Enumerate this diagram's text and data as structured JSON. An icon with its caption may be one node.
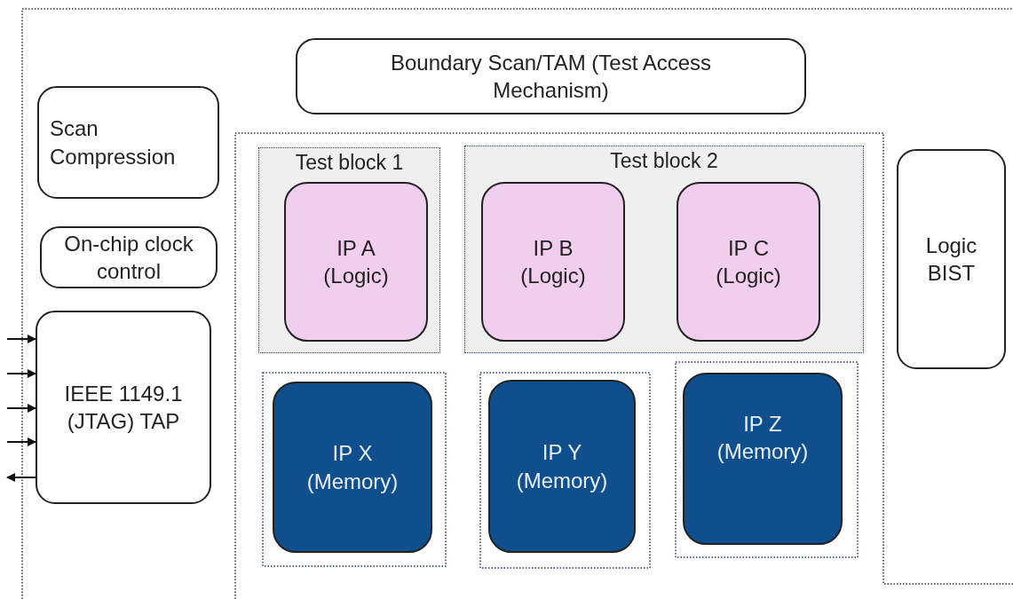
{
  "diagram": {
    "nodes": [
      {
        "text": [
          "Boundary Scan/TAM (Test Access Mechanism)"
        ]
      },
      {
        "text": [
          "Scan Compression"
        ]
      },
      {
        "text": [
          "On-chip clock control"
        ]
      },
      {
        "text": [
          "IEEE 1149.1 (JTAG) TAP"
        ]
      },
      {
        "text": [
          "Test block 1"
        ]
      },
      {
        "text": [
          "IP A (Logic)"
        ],
        "in": 4
      },
      {
        "text": [
          "Test block 2"
        ]
      },
      {
        "text": [
          "IP B (Logic)"
        ],
        "in": 6
      },
      {
        "text": [
          "IP C (Logic)"
        ],
        "in": 6
      },
      {
        "text": [
          "IP X (Memory)"
        ]
      },
      {
        "text": [
          "IP Y (Memory)"
        ]
      },
      {
        "text": [
          "IP Z (Memory)"
        ]
      },
      {
        "text": [
          "Logic BIST"
        ]
      }
    ],
    "edges": [
      {
        "from": null,
        "to": 3,
        "arrow": "to"
      },
      {
        "from": null,
        "to": 3,
        "arrow": "to"
      },
      {
        "from": null,
        "to": 3,
        "arrow": "to"
      },
      {
        "from": null,
        "to": 3,
        "arrow": "to"
      },
      {
        "from": 3,
        "to": null,
        "arrow": "to"
      }
    ]
  }
}
